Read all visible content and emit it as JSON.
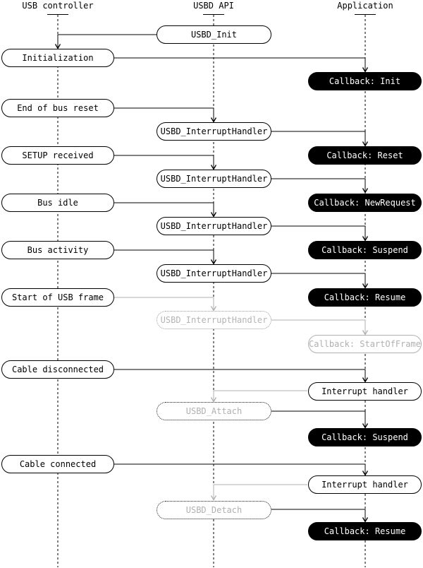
{
  "diagram": {
    "title_columns": [
      {
        "label": "USB controller"
      },
      {
        "label": "USBD API"
      },
      {
        "label": "Application"
      }
    ],
    "nodes": [
      {
        "label": "USBD_Init"
      },
      {
        "label": "Initialization"
      },
      {
        "label": "Callback: Init"
      },
      {
        "label": "End of bus reset"
      },
      {
        "label": "USBD_InterruptHandler"
      },
      {
        "label": "SETUP received"
      },
      {
        "label": "Callback: Reset"
      },
      {
        "label": "USBD_InterruptHandler"
      },
      {
        "label": "Bus idle"
      },
      {
        "label": "Callback: NewRequest"
      },
      {
        "label": "USBD_InterruptHandler"
      },
      {
        "label": "Bus activity"
      },
      {
        "label": "Callback: Suspend"
      },
      {
        "label": "USBD_InterruptHandler"
      },
      {
        "label": "Start of USB frame"
      },
      {
        "label": "Callback: Resume"
      },
      {
        "label": "USBD_InterruptHandler"
      },
      {
        "label": "Callback: StartOfFrame"
      },
      {
        "label": "Cable disconnected"
      },
      {
        "label": "Interrupt handler"
      },
      {
        "label": "USBD_Attach"
      },
      {
        "label": "Callback: Suspend"
      },
      {
        "label": "Cable connected"
      },
      {
        "label": "Interrupt handler"
      },
      {
        "label": "USBD_Detach"
      },
      {
        "label": "Callback: Resume"
      }
    ],
    "colors": {
      "line_black": "#000000",
      "line_gray": "#b0b0b0",
      "node_black_bg": "#000000",
      "node_black_text": "#ffffff",
      "gray_text": "#b0b0b0"
    }
  }
}
